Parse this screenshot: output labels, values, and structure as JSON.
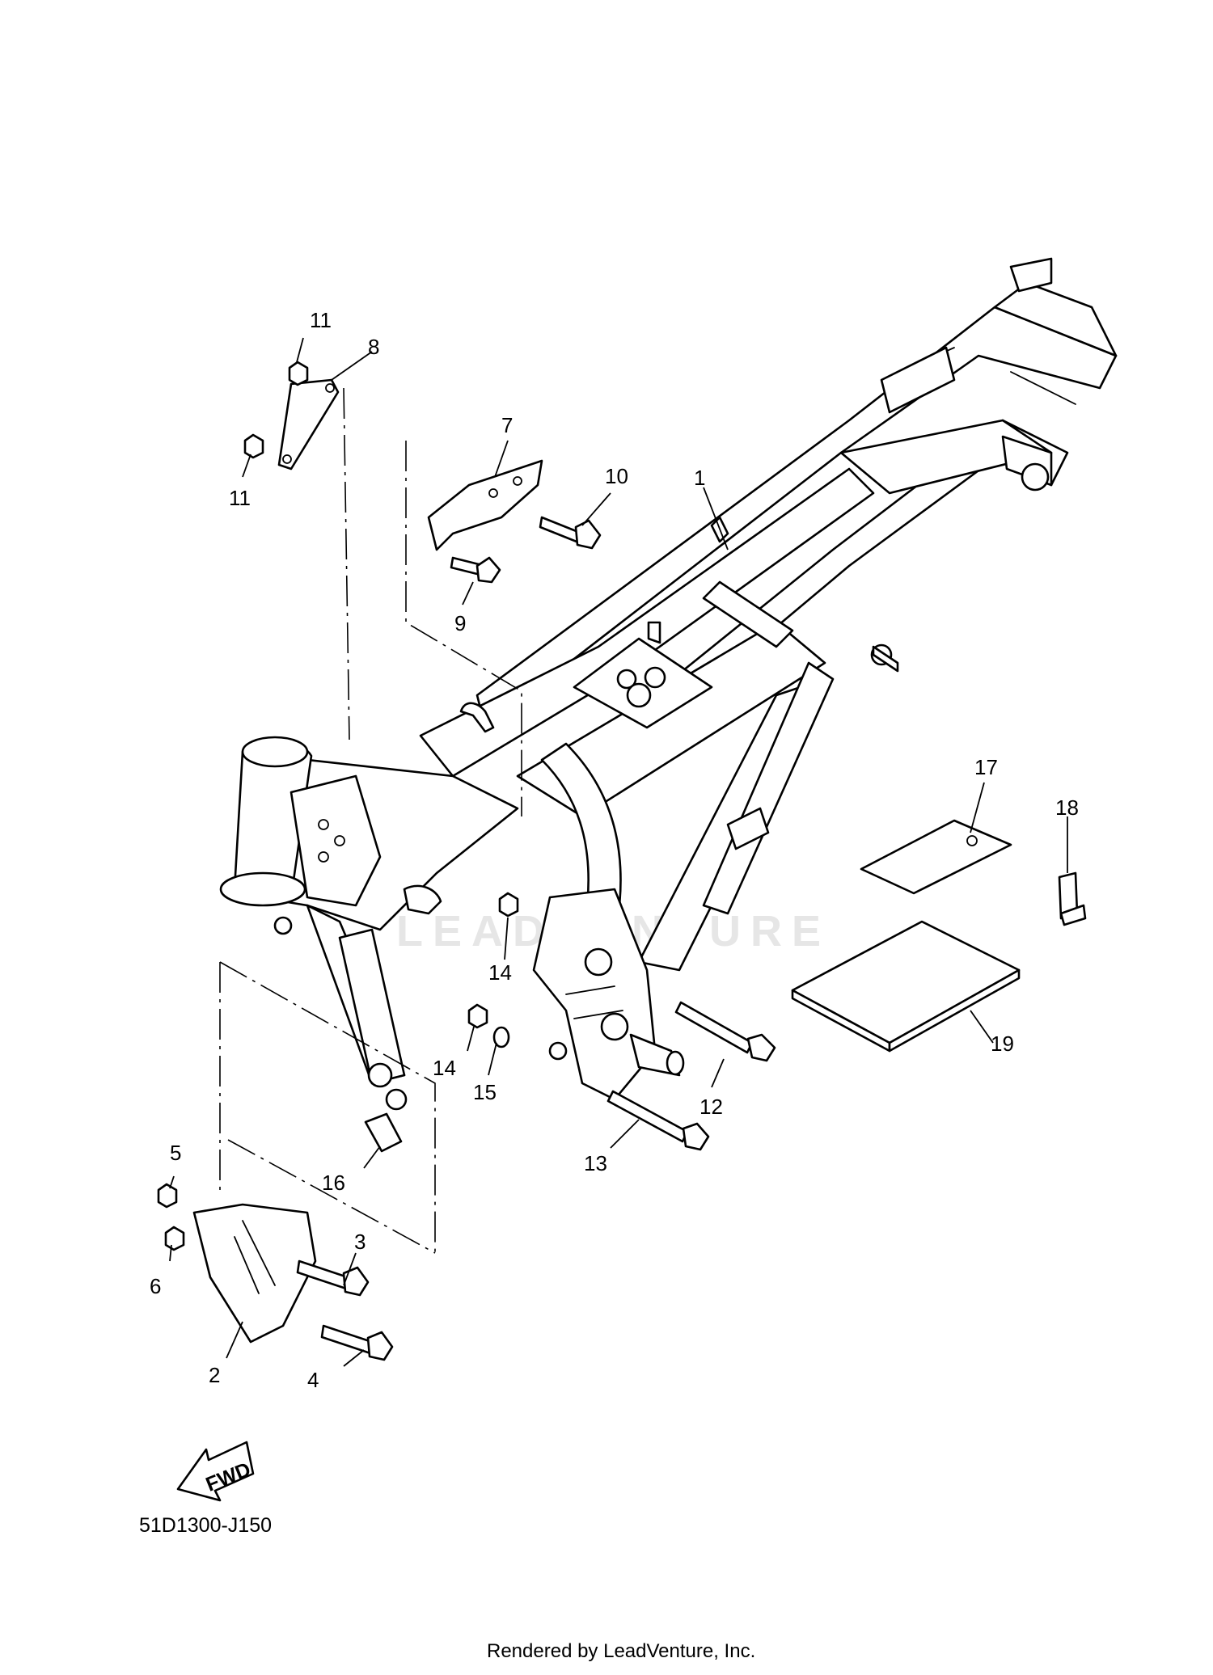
{
  "watermark": "LEADVENTURE",
  "diagram_code": "51D1300-J150",
  "fwd_label": "FWD",
  "credit": "Rendered by LeadVenture, Inc.",
  "callouts": [
    "1",
    "2",
    "3",
    "4",
    "5",
    "6",
    "7",
    "8",
    "9",
    "10",
    "11",
    "11",
    "12",
    "13",
    "14",
    "14",
    "15",
    "16",
    "17",
    "18",
    "19"
  ]
}
